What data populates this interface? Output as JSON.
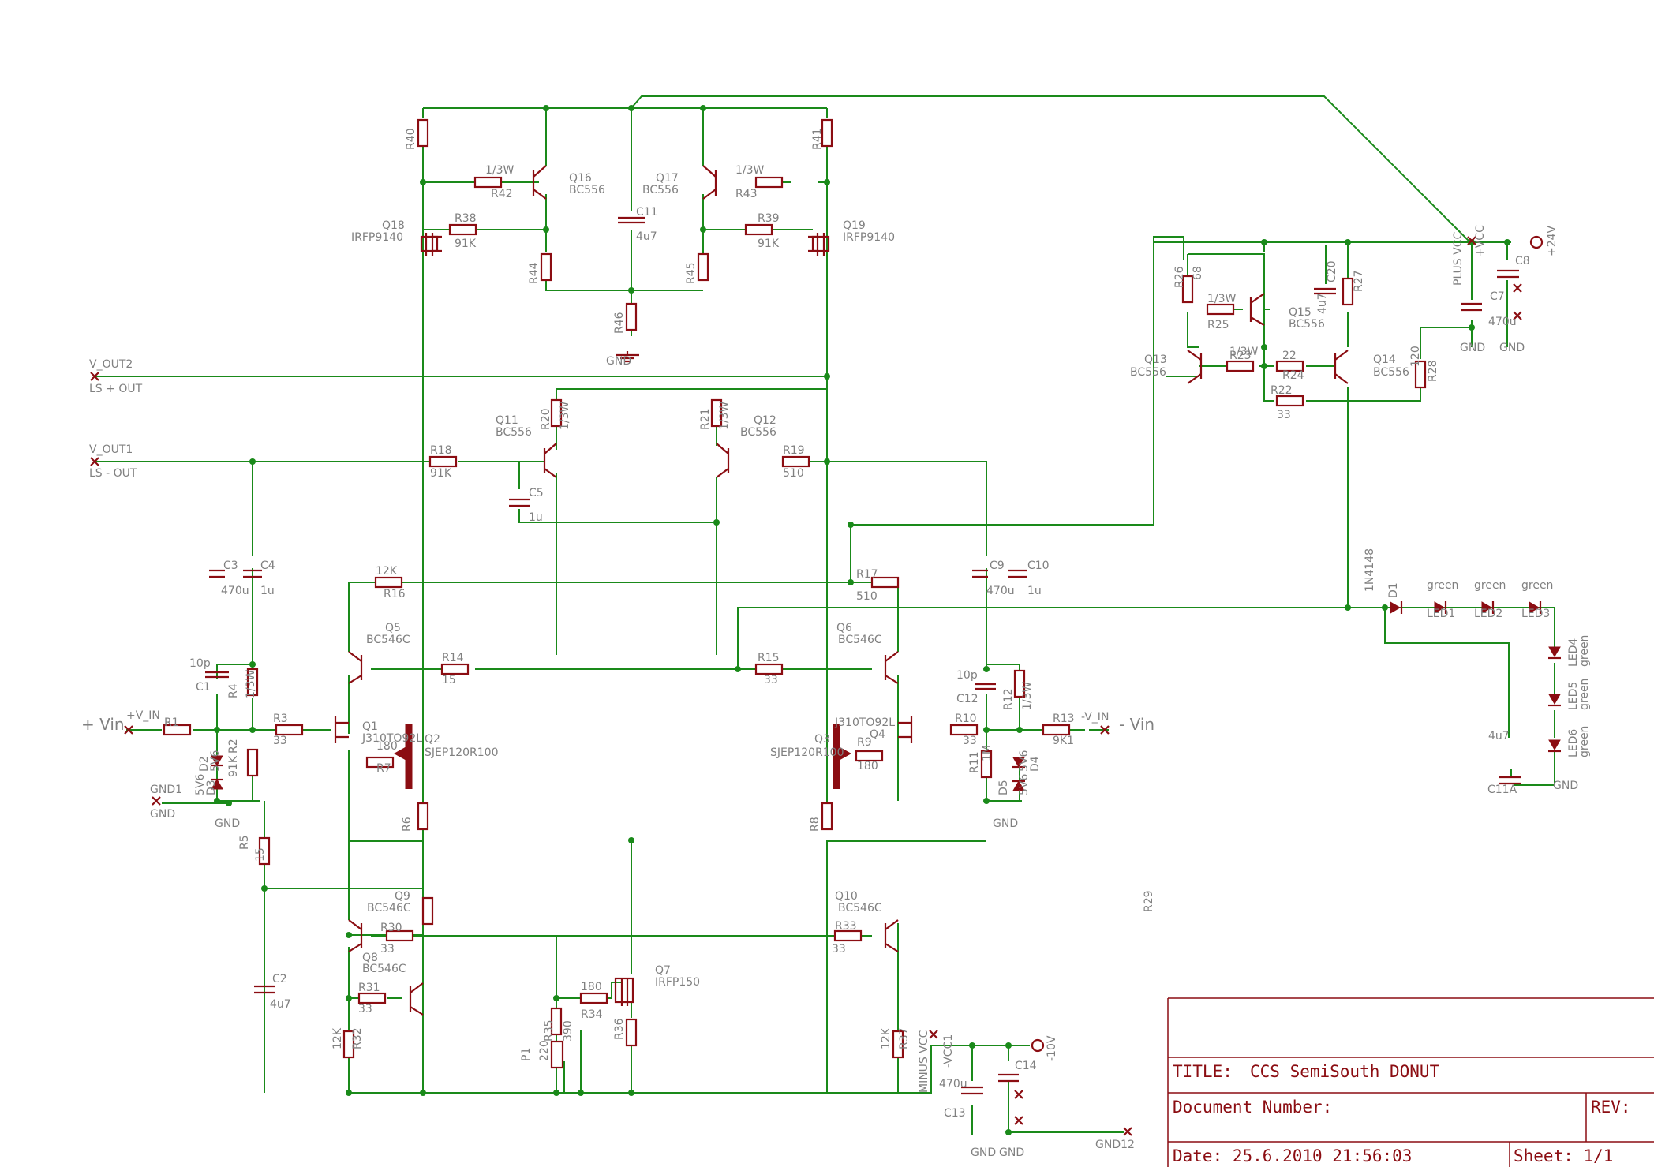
{
  "sheet": {
    "ports": [
      "+ Vin",
      "- Vin",
      "V_OUT2",
      "LS + OUT",
      "V_OUT1",
      "LS - OUT",
      "+V_IN",
      "-V_IN",
      "GND1",
      "GND",
      "GND12",
      "PLUS VCC",
      "+VCC",
      "MINUS VCC",
      "-VCC1",
      "+24V",
      "-10V"
    ],
    "titleblock": {
      "title_label": "TITLE:",
      "title": "CCS SemiSouth DONUT",
      "docnum_label": "Document Number:",
      "rev_label": "REV:",
      "date": "Date: 25.6.2010 21:56:03",
      "sheet": "Sheet: 1/1"
    }
  },
  "resistors": [
    {
      "ref": "R1",
      "val": ""
    },
    {
      "ref": "R2",
      "val": "91K"
    },
    {
      "ref": "R3",
      "val": "33"
    },
    {
      "ref": "R4",
      "val": "1/3W"
    },
    {
      "ref": "R5",
      "val": "15"
    },
    {
      "ref": "R6",
      "val": ""
    },
    {
      "ref": "R7",
      "val": "180"
    },
    {
      "ref": "R8",
      "val": ""
    },
    {
      "ref": "R9",
      "val": "180"
    },
    {
      "ref": "R10",
      "val": "33"
    },
    {
      "ref": "R11",
      "val": "1M"
    },
    {
      "ref": "R12",
      "val": "1/3W"
    },
    {
      "ref": "R13",
      "val": "9K1"
    },
    {
      "ref": "R14",
      "val": "15"
    },
    {
      "ref": "R15",
      "val": "33"
    },
    {
      "ref": "R16",
      "val": "12K"
    },
    {
      "ref": "R17",
      "val": "510"
    },
    {
      "ref": "R18",
      "val": "91K"
    },
    {
      "ref": "R19",
      "val": "510"
    },
    {
      "ref": "R20",
      "val": "1/3W"
    },
    {
      "ref": "R21",
      "val": "1/3W"
    },
    {
      "ref": "R22",
      "val": "33"
    },
    {
      "ref": "R23",
      "val": "1/3W"
    },
    {
      "ref": "R24",
      "val": "22"
    },
    {
      "ref": "R25",
      "val": "1/3W"
    },
    {
      "ref": "R26",
      "val": "68"
    },
    {
      "ref": "R27",
      "val": ""
    },
    {
      "ref": "R28",
      "val": "120"
    },
    {
      "ref": "R29",
      "val": ""
    },
    {
      "ref": "R30",
      "val": "33"
    },
    {
      "ref": "R31",
      "val": "33"
    },
    {
      "ref": "R32",
      "val": "12K"
    },
    {
      "ref": "R33",
      "val": "33"
    },
    {
      "ref": "R34",
      "val": "180"
    },
    {
      "ref": "R35",
      "val": "390"
    },
    {
      "ref": "R36",
      "val": ""
    },
    {
      "ref": "R37",
      "val": "12K"
    },
    {
      "ref": "R38",
      "val": "91K"
    },
    {
      "ref": "R39",
      "val": "91K"
    },
    {
      "ref": "R40",
      "val": ""
    },
    {
      "ref": "R41",
      "val": ""
    },
    {
      "ref": "R42",
      "val": "1/3W"
    },
    {
      "ref": "R43",
      "val": "1/3W"
    },
    {
      "ref": "R44",
      "val": ""
    },
    {
      "ref": "R45",
      "val": ""
    },
    {
      "ref": "R46",
      "val": ""
    },
    {
      "ref": "P1",
      "val": "220"
    }
  ],
  "capacitors": [
    {
      "ref": "C1",
      "val": "10p"
    },
    {
      "ref": "C2",
      "val": "4u7"
    },
    {
      "ref": "C3",
      "val": "470u"
    },
    {
      "ref": "C4",
      "val": "1u"
    },
    {
      "ref": "C5",
      "val": "1u"
    },
    {
      "ref": "C7",
      "val": "470u"
    },
    {
      "ref": "C8",
      "val": ""
    },
    {
      "ref": "C9",
      "val": "470u"
    },
    {
      "ref": "C10",
      "val": "1u"
    },
    {
      "ref": "C11",
      "val": "4u7"
    },
    {
      "ref": "C11A",
      "val": "4u7"
    },
    {
      "ref": "C12",
      "val": "10p"
    },
    {
      "ref": "C13",
      "val": "470u"
    },
    {
      "ref": "C14",
      "val": ""
    },
    {
      "ref": "C20",
      "val": "4u7"
    }
  ],
  "transistors": [
    {
      "ref": "Q1",
      "val": "J310TO92L"
    },
    {
      "ref": "Q2",
      "val": "SJEP120R100"
    },
    {
      "ref": "Q3",
      "val": "SJEP120R100"
    },
    {
      "ref": "Q4",
      "val": "J310TO92L"
    },
    {
      "ref": "Q5",
      "val": "BC546C"
    },
    {
      "ref": "Q6",
      "val": "BC546C"
    },
    {
      "ref": "Q7",
      "val": "IRFP150"
    },
    {
      "ref": "Q8",
      "val": "BC546C"
    },
    {
      "ref": "Q9",
      "val": "BC546C"
    },
    {
      "ref": "Q10",
      "val": "BC546C"
    },
    {
      "ref": "Q11",
      "val": "BC556"
    },
    {
      "ref": "Q12",
      "val": "BC556"
    },
    {
      "ref": "Q13",
      "val": "BC556"
    },
    {
      "ref": "Q14",
      "val": "BC556"
    },
    {
      "ref": "Q15",
      "val": "BC556"
    },
    {
      "ref": "Q16",
      "val": "BC556"
    },
    {
      "ref": "Q17",
      "val": "BC556"
    },
    {
      "ref": "Q18",
      "val": "IRFP9140"
    },
    {
      "ref": "Q19",
      "val": "IRFP9140"
    }
  ],
  "diodes": [
    {
      "ref": "D1",
      "val": "1N4148"
    },
    {
      "ref": "D2",
      "val": "5V6"
    },
    {
      "ref": "D3",
      "val": "5V6"
    },
    {
      "ref": "D4",
      "val": "5V6"
    },
    {
      "ref": "D5",
      "val": "5V6"
    },
    {
      "ref": "LED1",
      "val": "green"
    },
    {
      "ref": "LED2",
      "val": "green"
    },
    {
      "ref": "LED3",
      "val": "green"
    },
    {
      "ref": "LED4",
      "val": "green"
    },
    {
      "ref": "LED5",
      "val": "green"
    },
    {
      "ref": "LED6",
      "val": "green"
    }
  ],
  "colors": {
    "wire": "#1a8a1a",
    "part": "#8b0d12",
    "label": "#808080"
  }
}
